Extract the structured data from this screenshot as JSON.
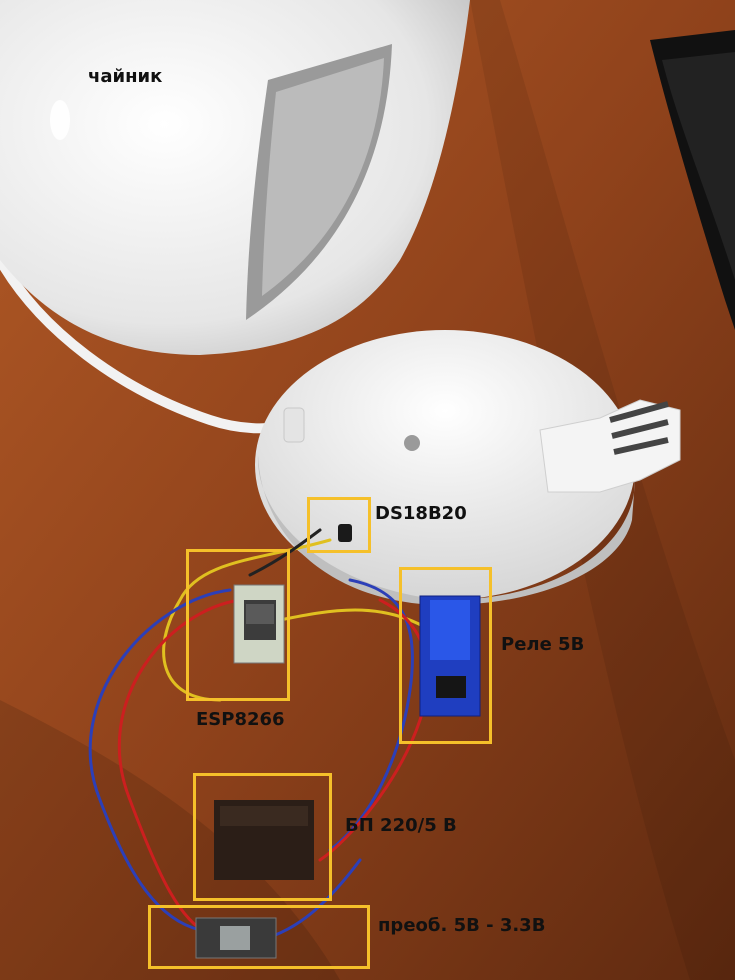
{
  "labels": {
    "kettle": "чайник",
    "sensor": "DS18B20",
    "relay": "Реле 5В",
    "mcu": "ESP8266",
    "psu": "БП 220/5 В",
    "converter": "преоб. 5В - 3.3В"
  },
  "colors": {
    "box_outline": "#f5c02a",
    "label_text": "#111111",
    "table_wood": "#9b4a1e"
  }
}
